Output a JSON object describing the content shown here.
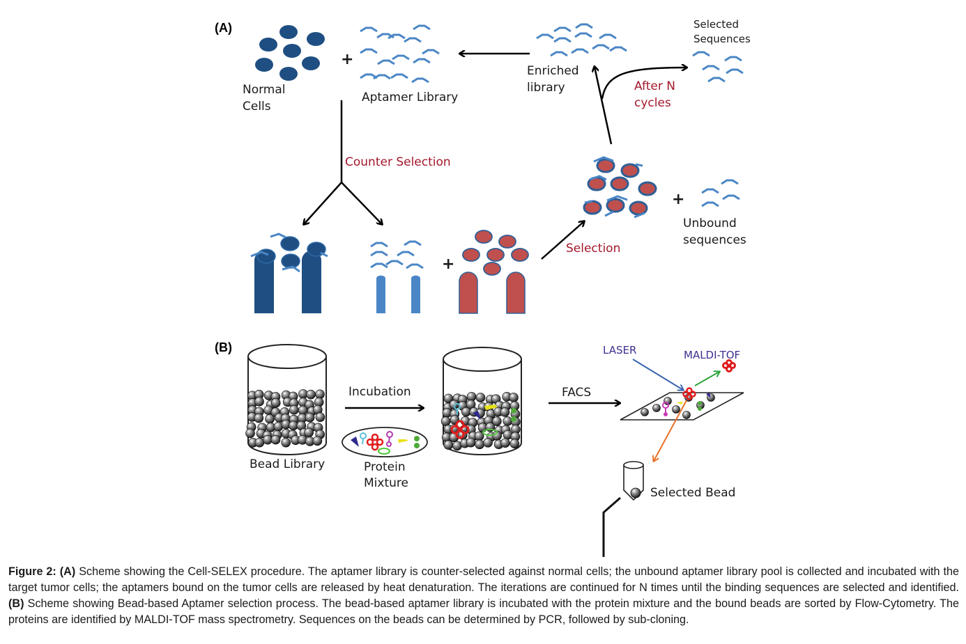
{
  "panel_a": {
    "label": "(A)",
    "normal_cells": [
      "Normal",
      "Cells"
    ],
    "aptamer_library": "Aptamer Library",
    "enriched_library": [
      "Enriched",
      "library"
    ],
    "selected_sequences": [
      "Selected",
      "Sequences"
    ],
    "after_n_cycles": [
      "After N",
      "cycles"
    ],
    "counter_selection": "Counter Selection",
    "selection": "Selection",
    "unbound_sequences": [
      "Unbound",
      "sequences"
    ],
    "plus": "+"
  },
  "panel_b": {
    "label": "(B)",
    "bead_library": "Bead Library",
    "incubation": "Incubation",
    "protein_mixture": [
      "Protein",
      "Mixture"
    ],
    "facs": "FACS",
    "laser": "LASER",
    "maldi_tof": "MALDI-TOF",
    "selected_bead": "Selected Bead"
  },
  "colors": {
    "normal_cell": "#1f4e82",
    "aptamer": "#4a86c5",
    "tumor_cell": "#c0504d",
    "label_red": "#a3182c",
    "laser_blue": "#3a64b0",
    "maldi_purple": "#3b2f8f",
    "green_arrow": "#2ea33a",
    "orange_arrow": "#e8702a"
  },
  "caption": {
    "fig": "Figure 2:",
    "a_tag": "(A)",
    "a_text": " Scheme showing the Cell-SELEX procedure. The aptamer library is counter-selected against normal cells; the unbound aptamer library pool is collected and incubated with the target tumor cells; the aptamers bound on the tumor cells are released by heat denaturation. The iterations are continued for N times until the binding sequences are selected and identified. ",
    "b_tag": "(B)",
    "b_text": " Scheme showing Bead-based Aptamer selection process. The bead-based aptamer library is incubated with the protein mixture and the bound beads are sorted by Flow-Cytometry. The proteins are identified by MALDI-TOF mass spectrometry. Sequences on the beads can be determined by PCR, followed by sub-cloning."
  }
}
